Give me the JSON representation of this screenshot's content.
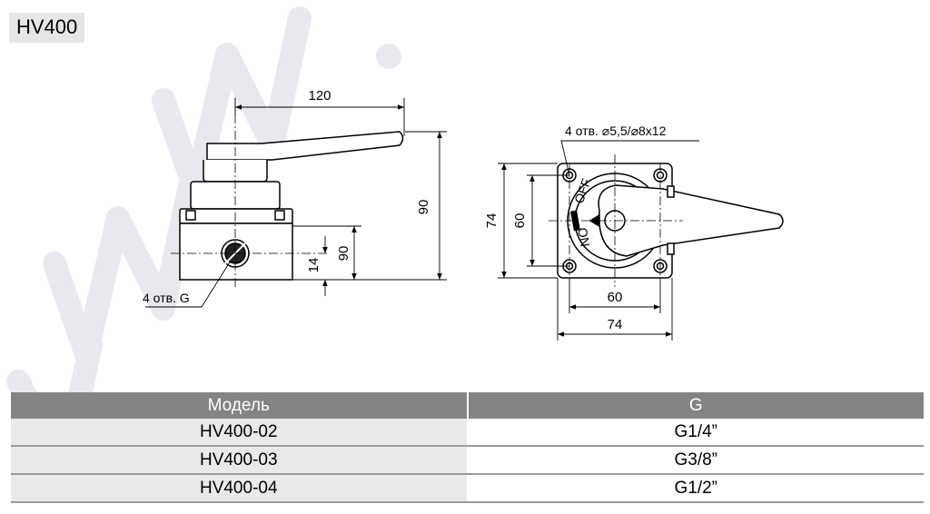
{
  "header": {
    "title": "HV400"
  },
  "drawing": {
    "side_view": {
      "width_dim": "120",
      "total_height_dim": "90",
      "body_height_dim": "90",
      "port_center_dim": "14",
      "port_callout": "4 отв. G"
    },
    "top_view": {
      "hole_callout": "4 отв. ⌀5,5/⌀8x12",
      "outer_height_dim": "74",
      "inner_height_dim": "60",
      "inner_width_dim": "60",
      "outer_width_dim": "74",
      "dial_mark_on": "ON",
      "dial_mark_off": "OFF"
    },
    "line_color": "#000000",
    "watermark_color": "#e8e8ee"
  },
  "table": {
    "headers": [
      "Модель",
      "G"
    ],
    "rows": [
      [
        "HV400-02",
        "G1/4”"
      ],
      [
        "HV400-03",
        "G3/8”"
      ],
      [
        "HV400-04",
        "G1/2”"
      ]
    ],
    "header_bg": "#848484",
    "model_cell_bg": "#e9e9e9"
  }
}
